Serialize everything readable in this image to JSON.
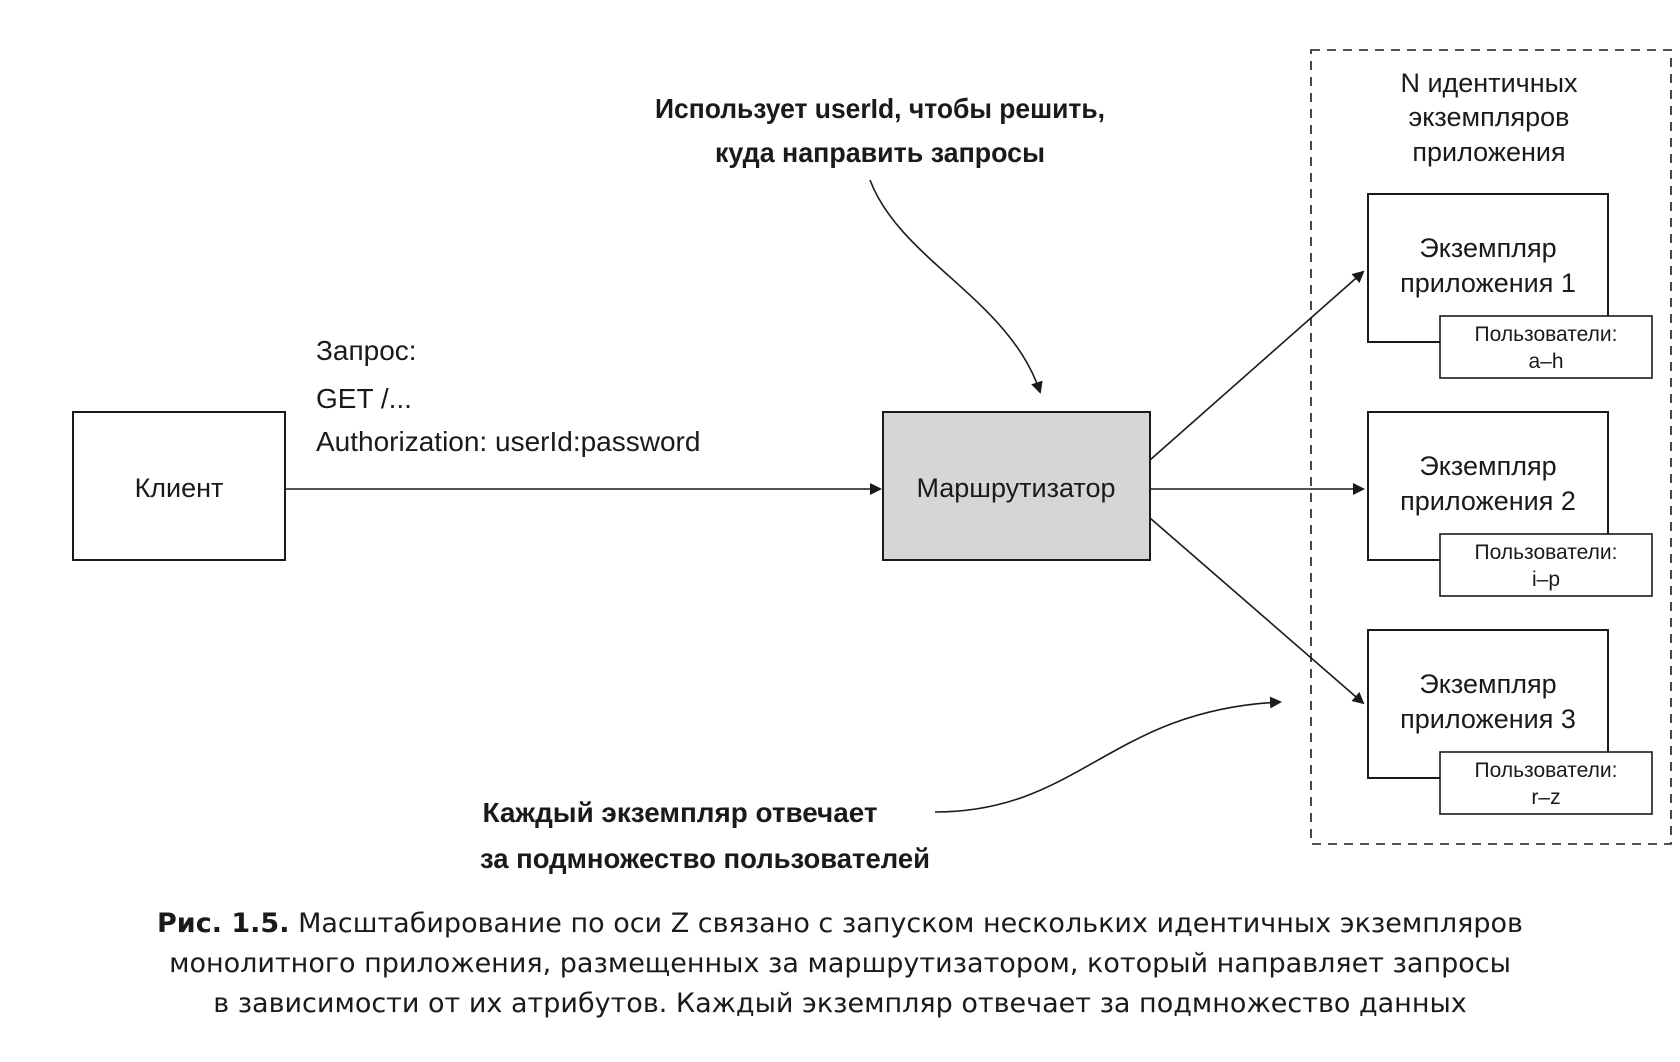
{
  "annotations": {
    "router_note_line1": "Использует userId, чтобы решить,",
    "router_note_line2": "куда направить запросы",
    "instances_note_line1": "Каждый экземпляр отвечает",
    "instances_note_line2": "за подмножество пользователей"
  },
  "client": {
    "label": "Клиент"
  },
  "request": {
    "line1": "Запрос:",
    "line2": "GET /...",
    "line3": "Authorization: userId:password"
  },
  "router": {
    "label": "Маршрутизатор",
    "fill": "#d6d6d6"
  },
  "group": {
    "title_line1": "N идентичных",
    "title_line2": "экземпляров",
    "title_line3": "приложения"
  },
  "instances": [
    {
      "line1": "Экземпляр",
      "line2": "приложения 1",
      "users_label": "Пользователи:",
      "users_range": "a–h"
    },
    {
      "line1": "Экземпляр",
      "line2": "приложения 2",
      "users_label": "Пользователи:",
      "users_range": "i–p"
    },
    {
      "line1": "Экземпляр",
      "line2": "приложения 3",
      "users_label": "Пользователи:",
      "users_range": "r–z"
    }
  ],
  "caption": {
    "prefix": "Рис. 1.5.",
    "line1": " Масштабирование по оси Z связано с запуском нескольких идентичных экземпляров",
    "line2": "монолитного приложения, размещенных за маршрутизатором, который направляет запросы",
    "line3": "в зависимости от их атрибутов. Каждый экземпляр отвечает за подмножество данных"
  }
}
